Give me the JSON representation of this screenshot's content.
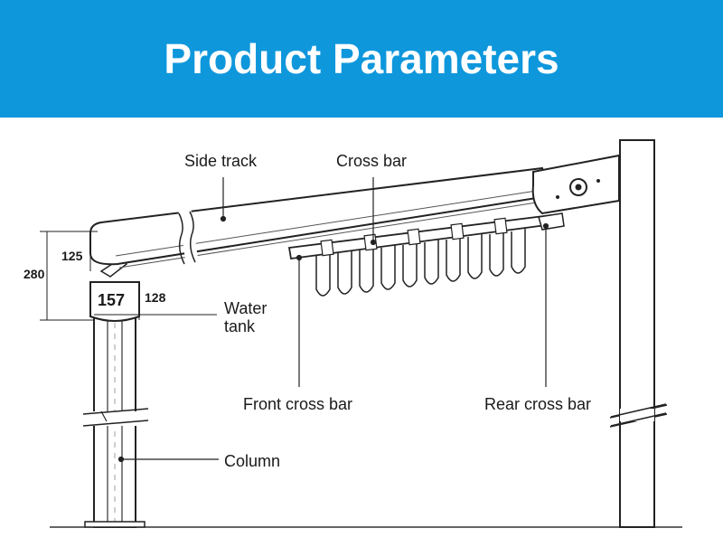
{
  "header": {
    "title": "Product Parameters",
    "background": "#0f97dc"
  },
  "labels": {
    "side_track": "Side track",
    "cross_bar": "Cross bar",
    "water_tank": "Water",
    "water_tank_2": "tank",
    "front_cross_bar": "Front cross bar",
    "rear_cross_bar": "Rear cross bar",
    "column": "Column"
  },
  "dimensions": {
    "d280": "280",
    "d125": "125",
    "d157": "157",
    "d128": "128"
  }
}
